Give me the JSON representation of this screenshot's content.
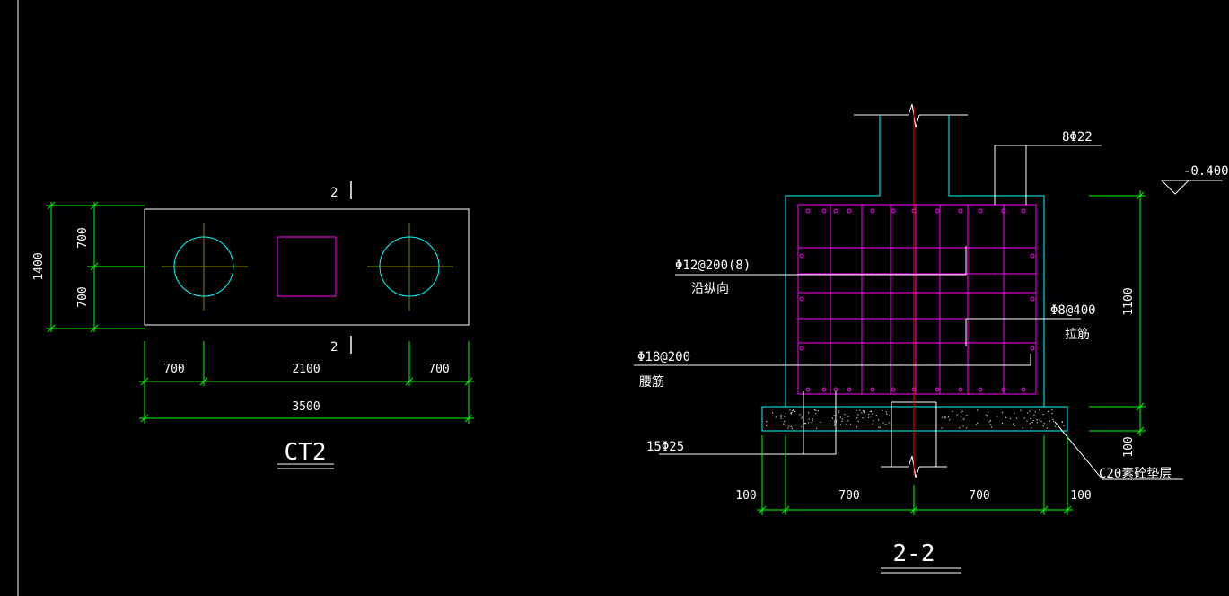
{
  "colors": {
    "background": "#000000",
    "outline": "#ffffff",
    "dimension": "#00ff00",
    "pile": "#00ffff",
    "rebar": "#ff00ff",
    "centerline": "#ff0000",
    "crosshair": "#808000"
  },
  "plan": {
    "section_mark": "2",
    "dim_width": "1400",
    "dim_half_top": "700",
    "dim_half_bottom": "700",
    "dim_left": "700",
    "dim_middle": "2100",
    "dim_right": "700",
    "dim_total": "3500",
    "title": "CT2"
  },
  "section": {
    "rebar_top": "8Φ22",
    "level": "-0.400",
    "stirrup": "Φ12@200(8)",
    "stirrup_note": "沿纵向",
    "tie": "Φ8@400",
    "tie_note": "拉筋",
    "waist": "Φ18@200",
    "waist_note": "腰筋",
    "bottom_bar": "15Φ25",
    "cushion": "C20素砼垫层",
    "dim_height": "1100",
    "dim_cushion": "100",
    "dim_b_left_edge": "100",
    "dim_b_left": "700",
    "dim_b_right": "700",
    "dim_b_right_edge": "100",
    "title": "2-2"
  }
}
